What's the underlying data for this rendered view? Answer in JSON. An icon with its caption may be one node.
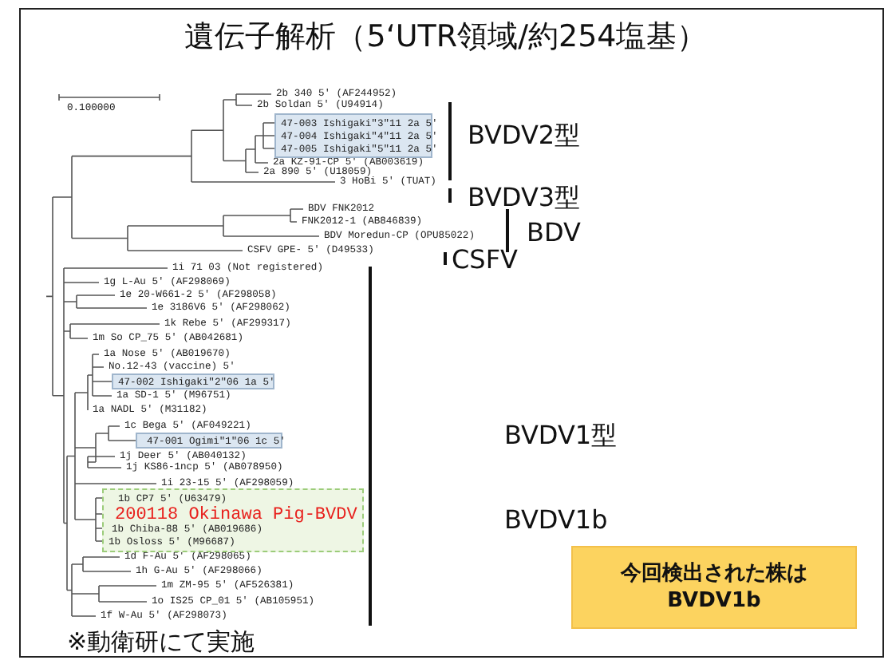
{
  "diagram": {
    "title": "遺伝子解析（5‘UTR領域/約254塩基）",
    "nodes": [
      {
        "text": [
          "47-003 Ishigaki\"3\"11 2a 5'",
          "47-004 Ishigaki\"4\"11 2a 5'",
          "47-005 Ishigaki\"5\"11 2a 5'"
        ]
      },
      {
        "text": [
          "47-002 Ishigaki\"2\"06 1a 5'"
        ]
      },
      {
        "text": [
          "47-001 Ogimi\"1\"06 1c 5'"
        ]
      },
      {
        "text": [
          "1b CP7 5' (U63479)",
          "200118 Okinawa Pig-BVDV",
          "1b Chiba-88 5' (AB019686)",
          "1b Osloss 5' (M96687)"
        ]
      },
      {
        "text": [
          "今回検出された株はBVDV1b"
        ]
      }
    ],
    "labels": [
      "0.100000",
      "2b 340 5' (AF244952)",
      "2b Soldan 5' (U94914)",
      "2a KZ-91-CP 5' (AB003619)",
      "2a 890 5' (U18059)",
      "3 HoBi 5' (TUAT)",
      "BDV FNK2012",
      "FNK2012-1 (AB846839)",
      "BDV Moredun-CP (OPU85022)",
      "CSFV GPE- 5' (D49533)",
      "1i 71 03 (Not registered)",
      "1g L-Au 5' (AF298069)",
      "1e 20-W661-2 5' (AF298058)",
      "1e 3186V6 5' (AF298062)",
      "1k Rebe 5' (AF299317)",
      "1m So CP_75 5' (AB042681)",
      "1a Nose 5' (AB019670)",
      "No.12-43 (vaccine) 5'",
      "1a SD-1 5' (M96751)",
      "1a NADL 5' (M31182)",
      "1c Bega 5' (AF049221)",
      "1j Deer 5' (AB040132)",
      "1j KS86-1ncp 5' (AB078950)",
      "1i 23-15 5' (AF298059)",
      "1d F-Au 5' (AF298065)",
      "1h G-Au 5' (AF298066)",
      "1m ZM-95 5' (AF526381)",
      "1o IS25 CP_01 5' (AB105951)",
      "1f W-Au 5' (AF298073)",
      "BVDV2型",
      "BVDV3型",
      "BDV",
      "CSFV",
      "BVDV1型",
      "BVDV1b",
      "※動衛研にて実施"
    ]
  }
}
